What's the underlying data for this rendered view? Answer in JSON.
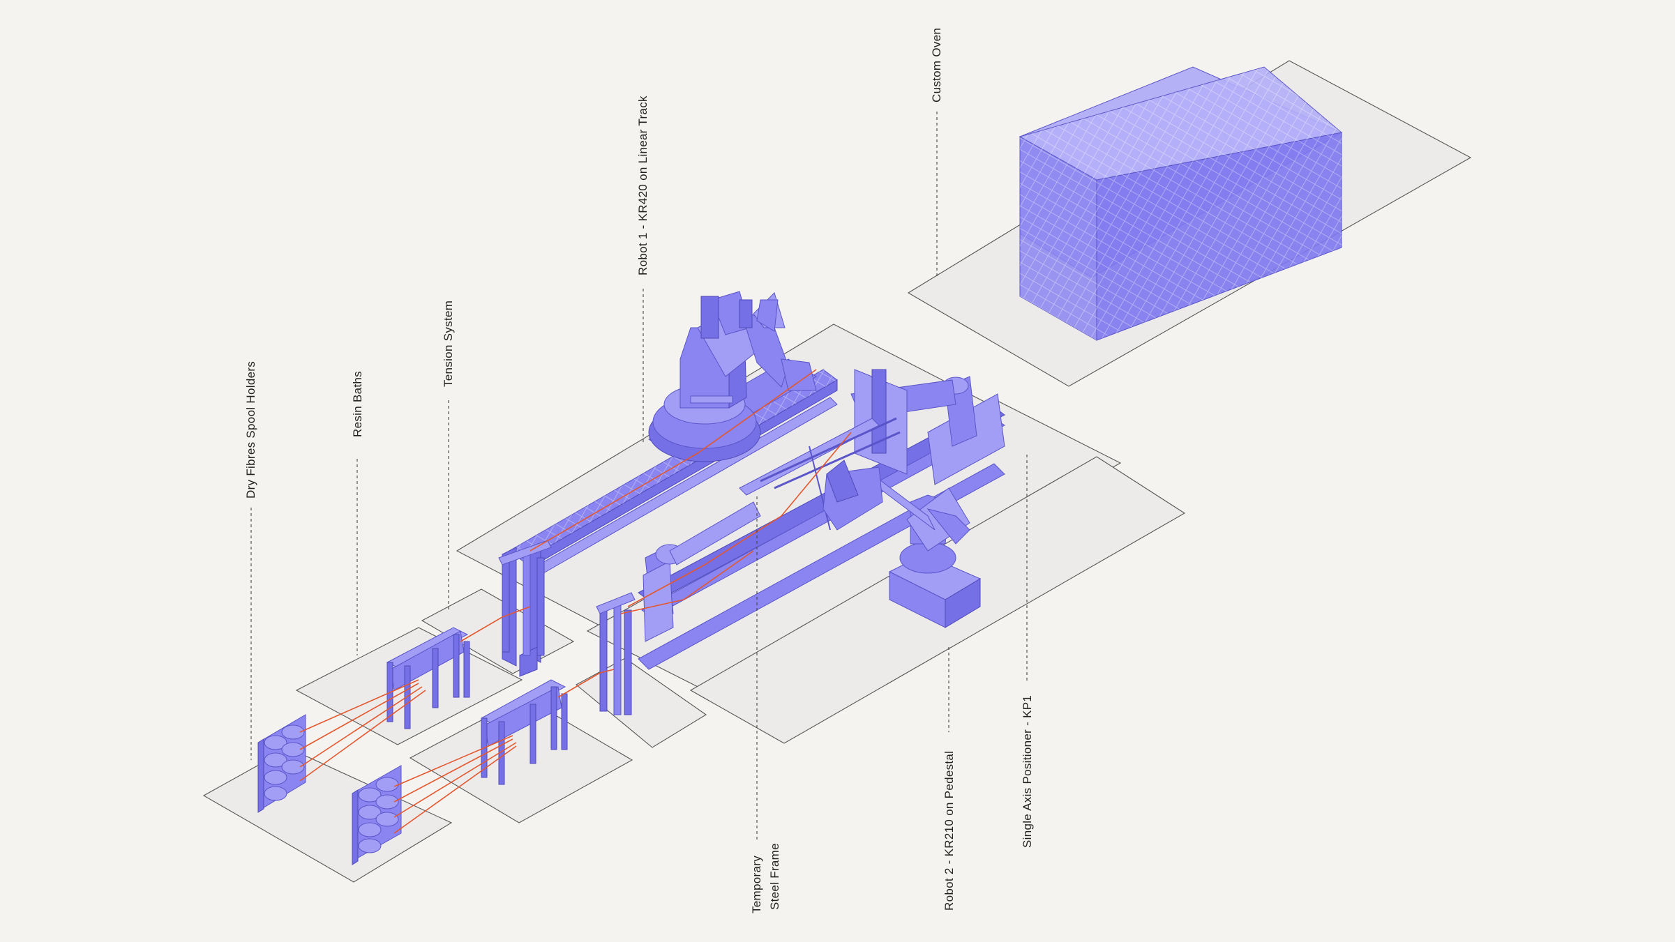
{
  "labels": {
    "dry_fibres": "Dry Fibres  Spool Holders",
    "resin_baths": "Resin Baths",
    "tension_system": "Tension System",
    "robot1": "Robot 1 - KR420 on Linear Track",
    "custom_oven": "Custom Oven",
    "steel_frame_line1": "Temporary",
    "steel_frame_line2": "Steel Frame",
    "robot2": "Robot 2 - KR210 on Pedestal",
    "positioner": "Single Axis Positioner - KP1"
  },
  "colors": {
    "background": "#f5f3ef",
    "platform": "#ecebea",
    "machine": "#8a85f0",
    "fibre": "#e4572e"
  }
}
